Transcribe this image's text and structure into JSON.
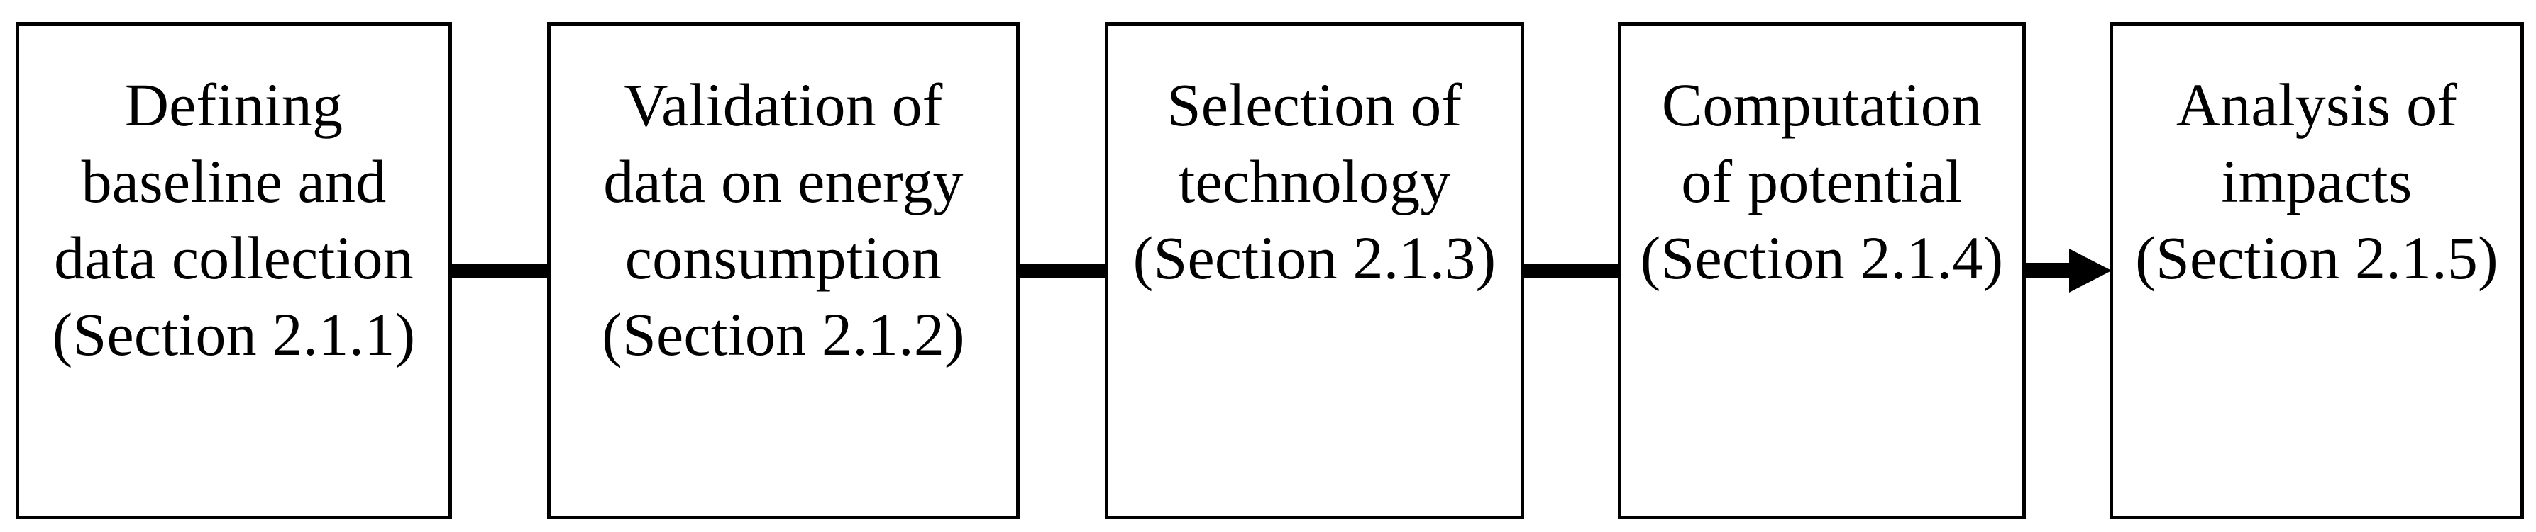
{
  "diagram": {
    "type": "flowchart",
    "orientation": "horizontal",
    "background_color": "#ffffff",
    "stroke_color": "#000000",
    "nodes": [
      {
        "id": "node-1",
        "name": "defining-baseline-and-data-collection",
        "lines": [
          "Defining",
          "baseline and",
          "data collection",
          "(Section 2.1.1)"
        ]
      },
      {
        "id": "node-2",
        "name": "validation-of-data-on-energy-consumption",
        "lines": [
          "Validation of",
          "data on energy",
          "consumption",
          "(Section 2.1.2)"
        ]
      },
      {
        "id": "node-3",
        "name": "selection-of-technology",
        "lines": [
          "Selection of",
          "technology",
          "(Section 2.1.3)"
        ]
      },
      {
        "id": "node-4",
        "name": "computation-of-potential",
        "lines": [
          "Computation",
          "of potential",
          "(Section 2.1.4)"
        ]
      },
      {
        "id": "node-5",
        "name": "analysis-of-impacts",
        "lines": [
          "Analysis of",
          "impacts",
          "(Section 2.1.5)"
        ]
      }
    ],
    "connectors": [
      {
        "id": "connector-1",
        "from": "node-1",
        "to": "node-2",
        "arrowhead": false
      },
      {
        "id": "connector-2",
        "from": "node-2",
        "to": "node-3",
        "arrowhead": false
      },
      {
        "id": "connector-3",
        "from": "node-3",
        "to": "node-4",
        "arrowhead": false
      },
      {
        "id": "connector-4",
        "from": "node-4",
        "to": "node-5",
        "arrowhead": true
      }
    ]
  }
}
